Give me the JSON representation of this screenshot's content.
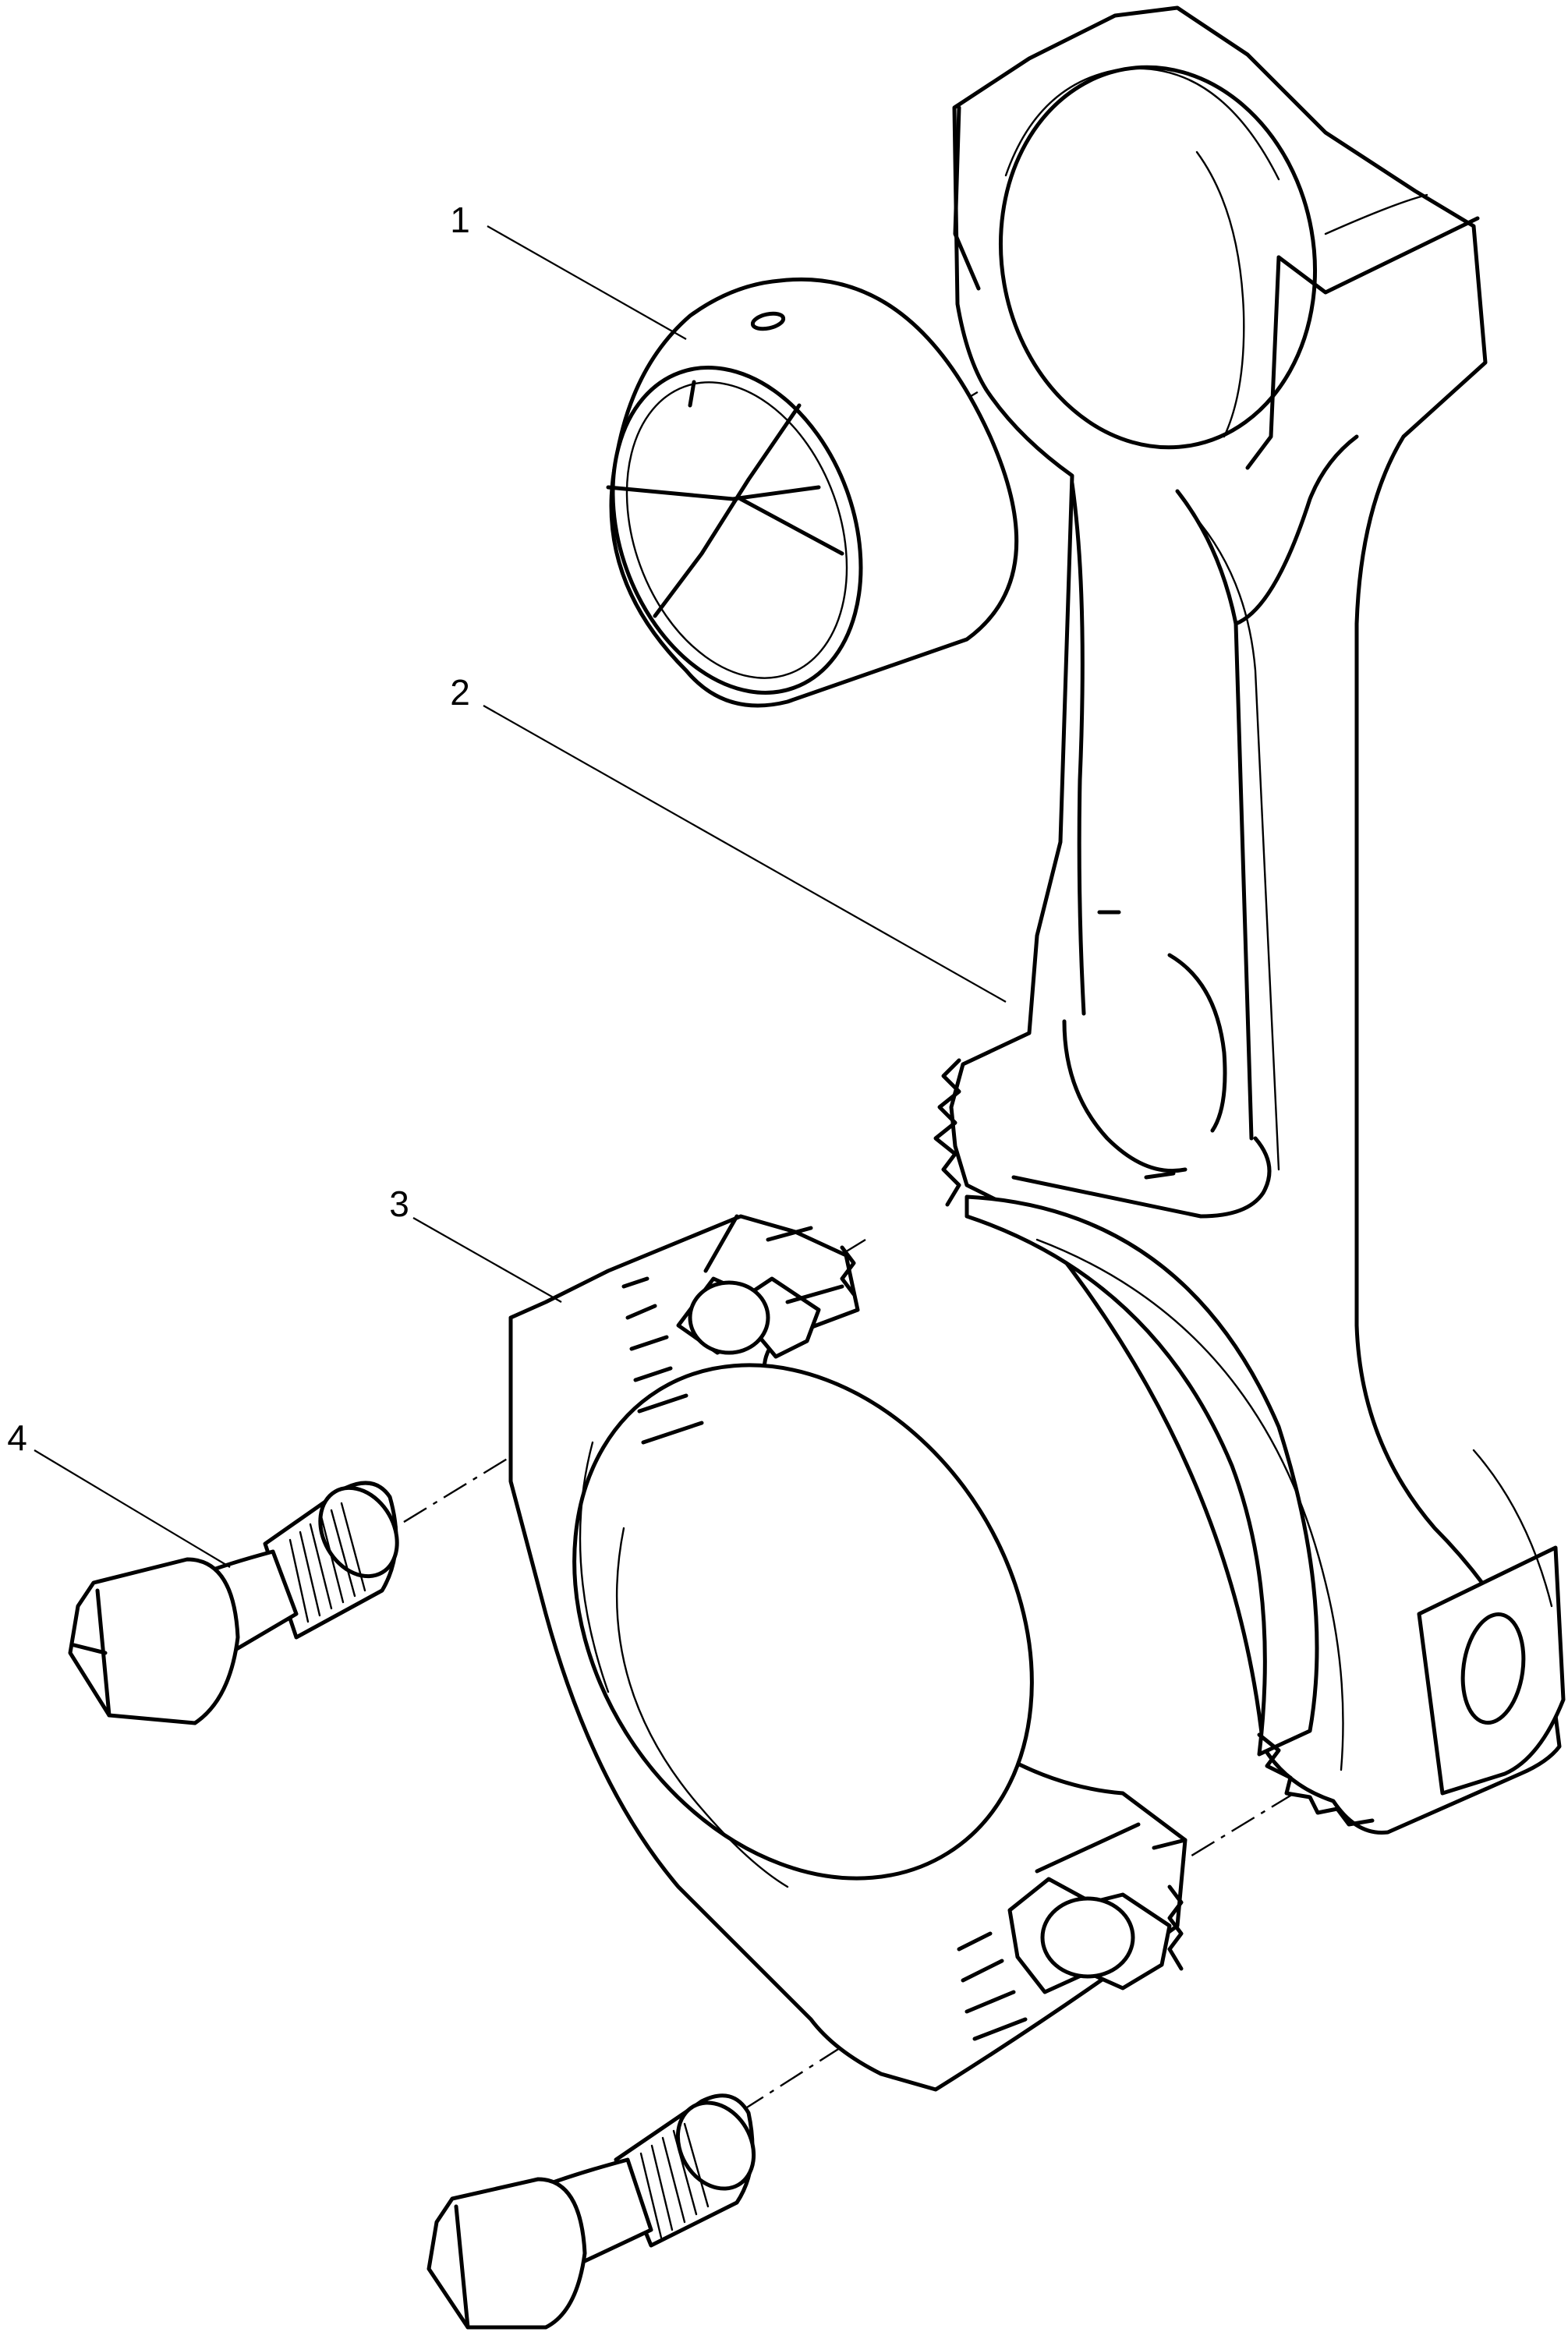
{
  "diagram": {
    "callouts": [
      {
        "label": "1"
      },
      {
        "label": "2"
      },
      {
        "label": "3"
      },
      {
        "label": "4"
      }
    ]
  }
}
